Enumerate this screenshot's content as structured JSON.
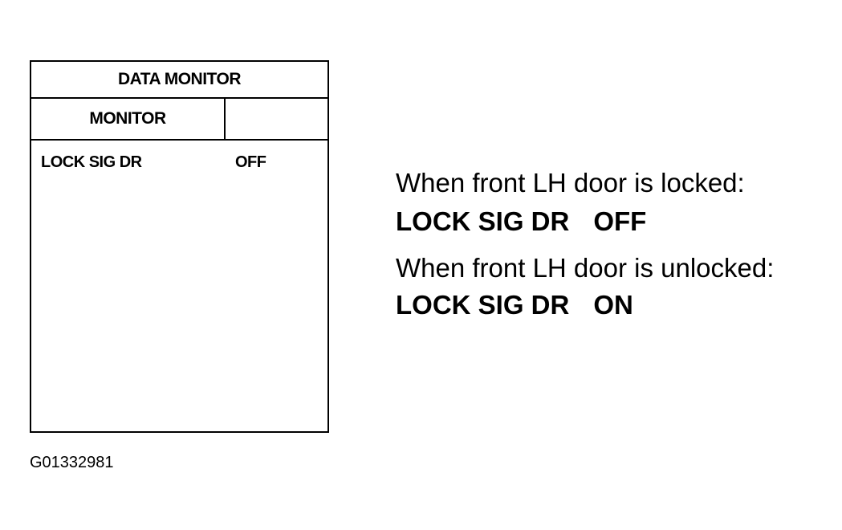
{
  "panel": {
    "title": "DATA MONITOR",
    "column_header": "MONITOR",
    "row_item": "LOCK SIG DR",
    "row_value": "OFF"
  },
  "notes": [
    {
      "condition": "When front LH door is locked:",
      "item": "LOCK SIG DR",
      "value": "OFF"
    },
    {
      "condition": "When front LH door is unlocked:",
      "item": "LOCK SIG DR",
      "value": "ON"
    }
  ],
  "figure_id": "G01332981"
}
